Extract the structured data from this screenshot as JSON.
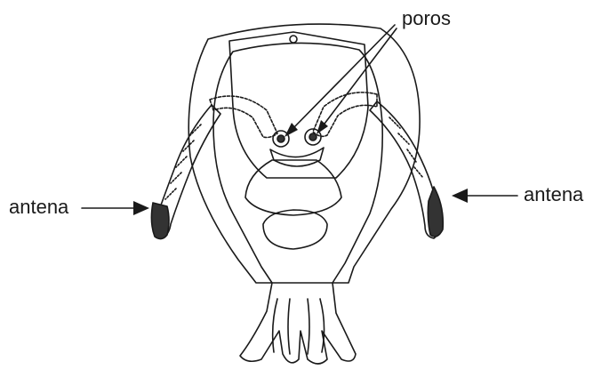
{
  "labels": {
    "poros": "poros",
    "antena_left": "antena",
    "antena_right": "antena"
  },
  "colors": {
    "line": "#1a1a1a",
    "fill_dark": "#333333",
    "background": "#ffffff"
  }
}
